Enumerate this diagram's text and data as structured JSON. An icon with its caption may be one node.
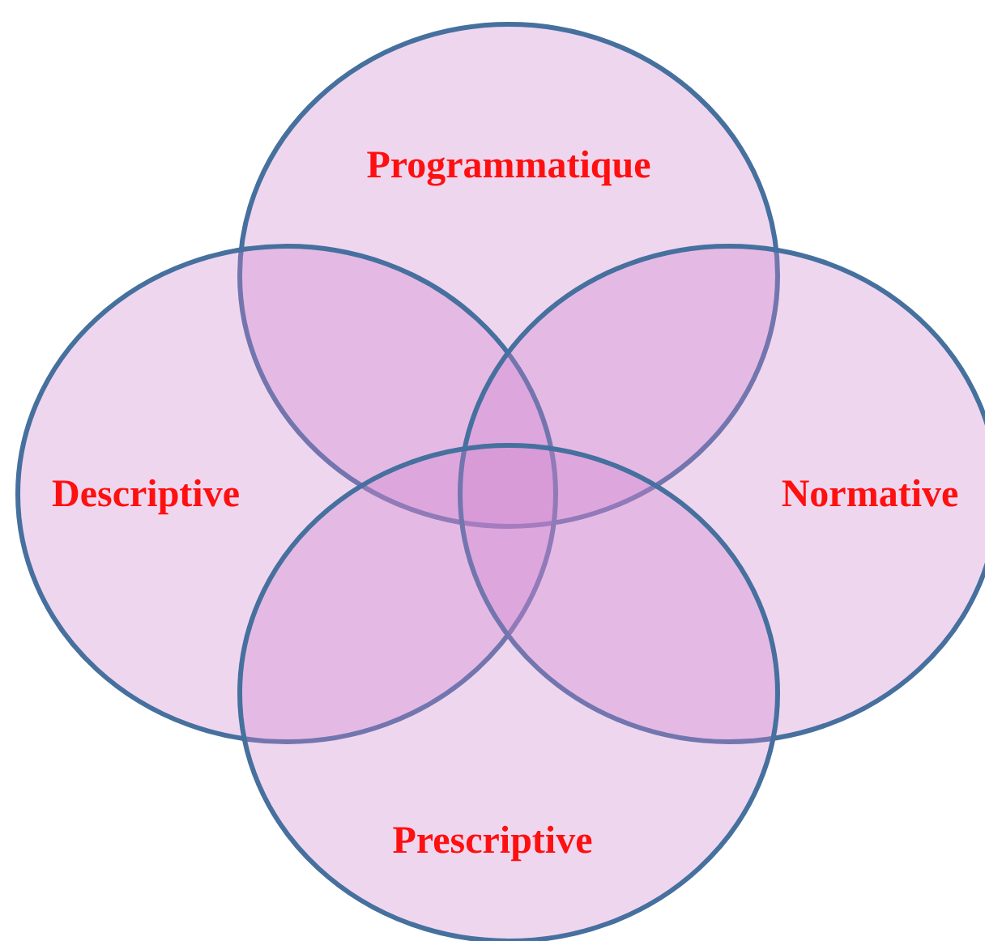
{
  "diagram": {
    "nodes": [
      {
        "text": [
          "Programmatique"
        ]
      },
      {
        "text": [
          "Descriptive"
        ]
      },
      {
        "text": [
          "Normative"
        ]
      },
      {
        "text": [
          "Prescriptive"
        ]
      }
    ]
  }
}
